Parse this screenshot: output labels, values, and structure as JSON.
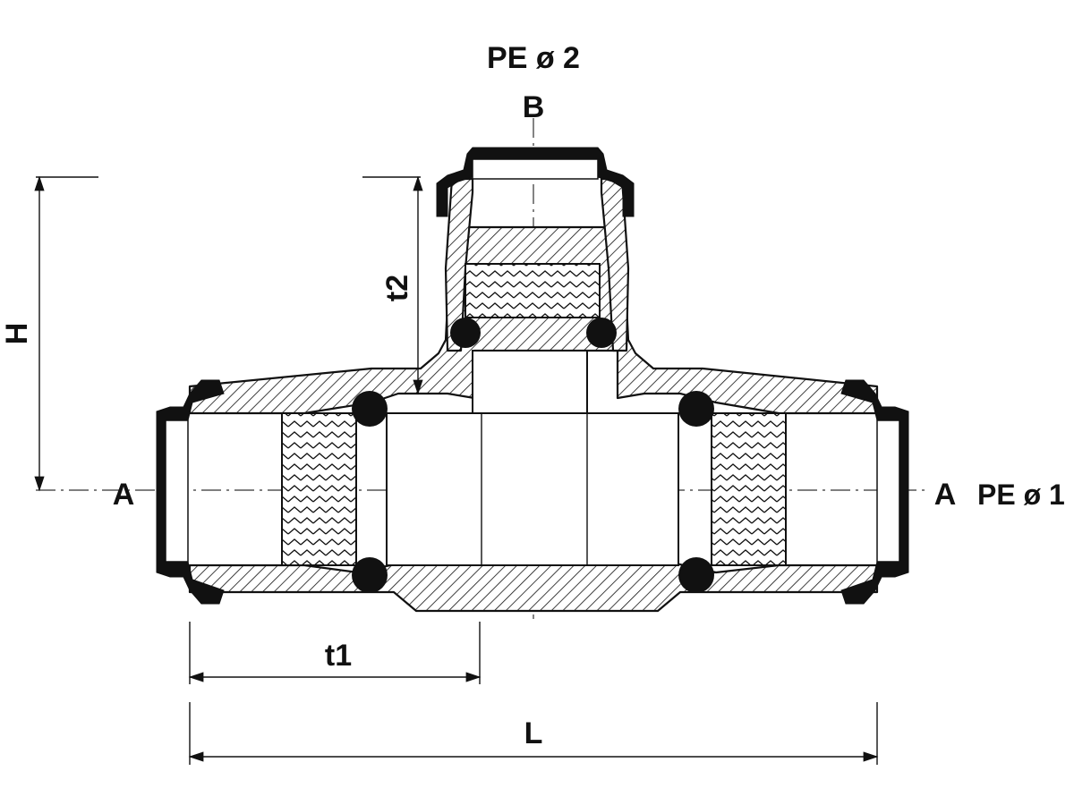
{
  "labels": {
    "branch_pipe": "PE ø 2",
    "branch_axis": "B",
    "main_axis_left": "A",
    "main_axis_right": "A",
    "main_pipe": "PE ø 1",
    "height": "H",
    "insertion_branch": "t2",
    "insertion_main": "t1",
    "length": "L"
  }
}
